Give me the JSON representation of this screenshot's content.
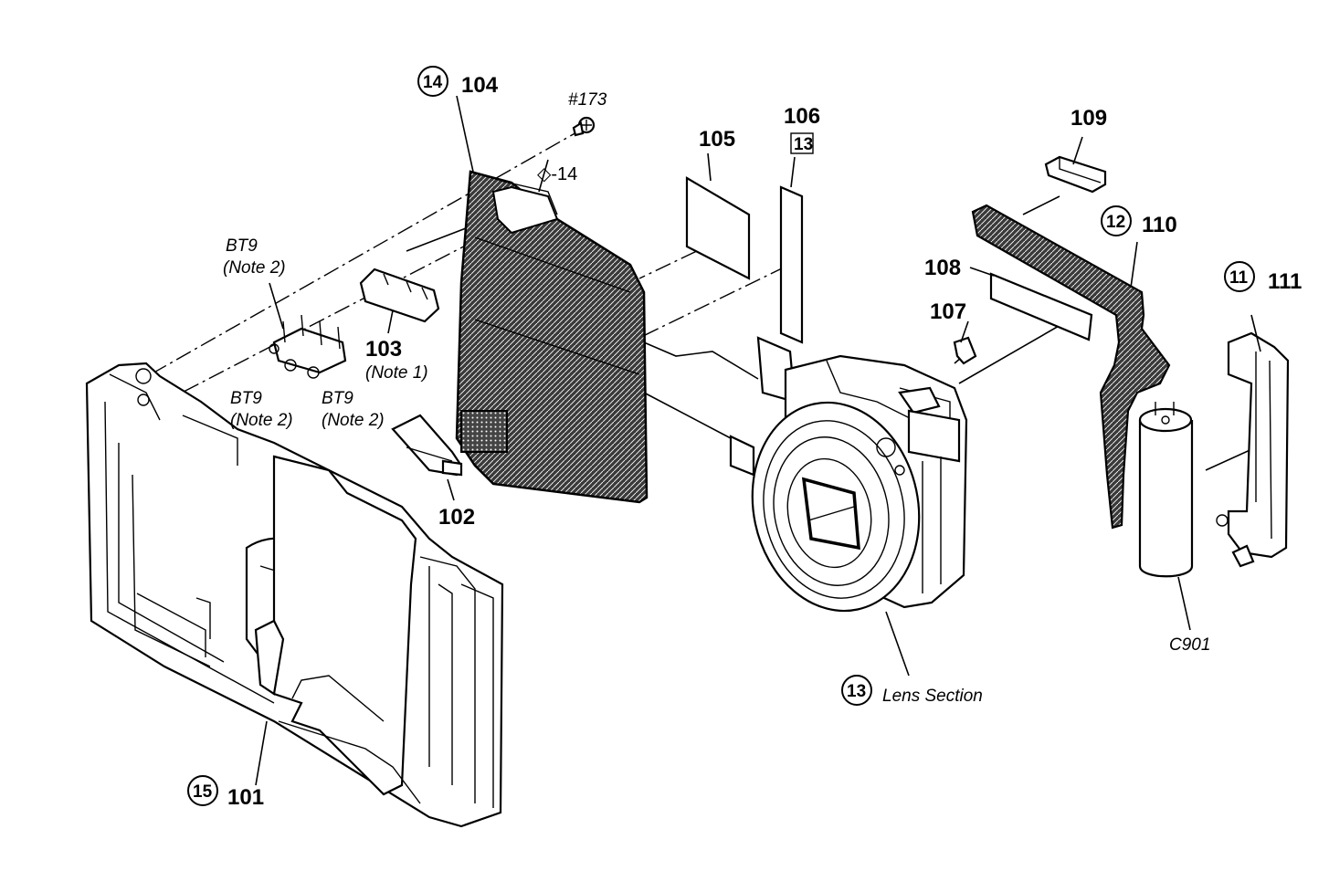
{
  "diagram": {
    "labels": {
      "p101": "101",
      "p102": "102",
      "p103": "103",
      "p103_note": "(Note 1)",
      "p104": "104",
      "p105": "105",
      "p106": "106",
      "p106_box": "13",
      "p107": "107",
      "p108": "108",
      "p109": "109",
      "p110": "110",
      "p111": "111",
      "screw": "#173",
      "diamond_ref": "◇-14",
      "bt9_top": "BT9",
      "bt9_top_note": "(Note 2)",
      "bt9_left": "BT9",
      "bt9_left_note": "(Note 2)",
      "bt9_right": "BT9",
      "bt9_right_note": "(Note 2)",
      "c901": "C901",
      "lens_section": "Lens Section"
    },
    "circled": {
      "c11": "11",
      "c12": "12",
      "c13a": "13",
      "c14": "14",
      "c15": "15"
    },
    "colors": {
      "ink": "#000000",
      "board_fill": "#2a2a2a",
      "paper": "#ffffff"
    }
  }
}
